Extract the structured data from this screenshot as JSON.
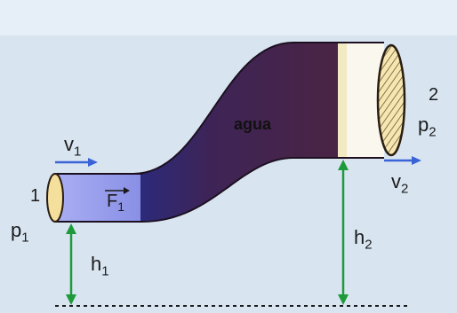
{
  "labels": {
    "v1": {
      "base": "v",
      "sub": "1"
    },
    "p1": {
      "base": "p",
      "sub": "1"
    },
    "section1": "1",
    "force": {
      "base": "F",
      "sub": "1",
      "arrow": "→"
    },
    "agua": "agua",
    "h1": {
      "base": "h",
      "sub": "1"
    },
    "h2": {
      "base": "h",
      "sub": "2"
    },
    "section2": "2",
    "p2": {
      "base": "p",
      "sub": "2"
    },
    "v2": {
      "base": "v",
      "sub": "2"
    }
  },
  "colors": {
    "background": "#d8e5f1",
    "pipe_dark": "#4a2444",
    "pipe_light": "#8a8fe6",
    "water_column": "#f8f6ec",
    "flow_arrow": "#3a63d8",
    "height_arrow": "#1e9a3a",
    "ellipse_fill": "#f5df9c"
  }
}
